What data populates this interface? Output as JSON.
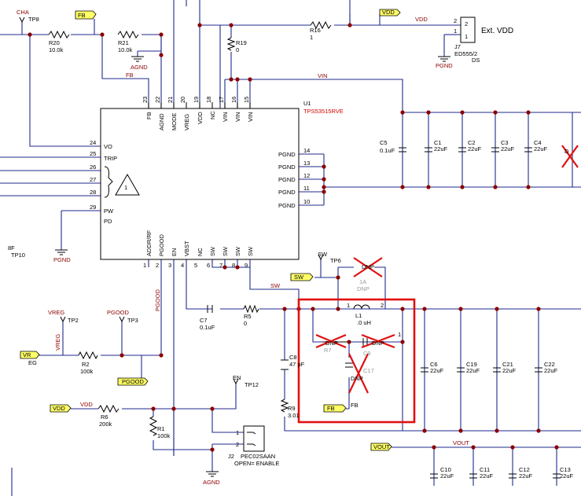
{
  "ic": {
    "ref": "U1",
    "part": "TPS53515RVE",
    "top_pins": [
      {
        "num": "23",
        "name": "FB"
      },
      {
        "num": "22",
        "name": "AGND"
      },
      {
        "num": "21",
        "name": "MODE"
      },
      {
        "num": "20",
        "name": "VREG"
      },
      {
        "num": "19",
        "name": "VDD"
      },
      {
        "num": "18",
        "name": "NC"
      },
      {
        "num": "17",
        "name": "VIN"
      },
      {
        "num": "16",
        "name": "VIN"
      },
      {
        "num": "15",
        "name": "VIN"
      }
    ],
    "left_pins": [
      {
        "num": "24",
        "name": "VO"
      },
      {
        "num": "25",
        "name": "TRIP"
      },
      {
        "num": "26",
        "name": ""
      },
      {
        "num": "27",
        "name": ""
      },
      {
        "num": "28",
        "name": ""
      },
      {
        "num": "29",
        "name": "PW"
      },
      {
        "num": "",
        "name": "PD"
      }
    ],
    "right_pins": [
      {
        "num": "14",
        "name": "PGND"
      },
      {
        "num": "13",
        "name": "PGND"
      },
      {
        "num": "12",
        "name": "PGND"
      },
      {
        "num": "11",
        "name": "PGND"
      },
      {
        "num": "10",
        "name": "PGND"
      }
    ],
    "bottom_pins": [
      {
        "num": "1",
        "name": "ADDR/RF"
      },
      {
        "num": "2",
        "name": "PGOOD"
      },
      {
        "num": "3",
        "name": "EN"
      },
      {
        "num": "4",
        "name": "VBST"
      },
      {
        "num": "5",
        "name": "NC"
      },
      {
        "num": "6",
        "name": "SW"
      },
      {
        "num": "7",
        "name": "SW"
      },
      {
        "num": "8",
        "name": "SW"
      },
      {
        "num": "9",
        "name": "SW"
      }
    ],
    "note_mark": "1"
  },
  "nets": {
    "cha": "CHA",
    "fb": "FB",
    "vdd": "VDD",
    "vin": "VIN",
    "sw": "SW",
    "pgood": "PGOOD",
    "vreg": "VREG",
    "en": "EN",
    "vout": "VOUT",
    "agnd": "AGND",
    "pgnd": "PGND"
  },
  "tp": {
    "tp8": "TP8",
    "tp10": "TP10",
    "tp6": "TP6",
    "tp2": "TP2",
    "tp3": "TP3",
    "tp12": "TP12",
    "tp10_prefix": "8F"
  },
  "flags": {
    "fb_top": "FB",
    "vdd_top": "VDD",
    "sw": "SW",
    "vreg": "VR",
    "vreg_tail": "EG",
    "pgood": "PGOOD",
    "vdd_left": "VDD",
    "fb_box": "FB",
    "vout": "VOUT"
  },
  "parts": {
    "r20": {
      "ref": "R20",
      "val": "10.0k"
    },
    "r21": {
      "ref": "R21",
      "val": "10.0k"
    },
    "r19": {
      "ref": "R19",
      "val": "0"
    },
    "r16": {
      "ref": "R16",
      "val": "1"
    },
    "r2": {
      "ref": "R2",
      "val": "100k"
    },
    "r6": {
      "ref": "R6",
      "val": "200k"
    },
    "r1": {
      "ref": "R1",
      "val": "100k"
    },
    "r5": {
      "ref": "R5",
      "val": "0"
    },
    "r9": {
      "ref": "R9",
      "val": "3.01"
    },
    "r7": {
      "ref": "R7"
    },
    "c7": {
      "ref": "C7",
      "val": "0.1uF"
    },
    "c8": {
      "ref": "C8",
      "val": "47 pF"
    },
    "c5": {
      "ref": "C5",
      "val": "0.1uF"
    },
    "c1": {
      "ref": "C1",
      "val": "22uF"
    },
    "c2": {
      "ref": "C2",
      "val": "22uF"
    },
    "c3": {
      "ref": "C3",
      "val": "22uF"
    },
    "c4": {
      "ref": "C4",
      "val": "22uF"
    },
    "c6": {
      "ref": "C6",
      "val": "22uF"
    },
    "c19": {
      "ref": "C19",
      "val": "22uF"
    },
    "c21": {
      "ref": "C21",
      "val": "22uF"
    },
    "c22": {
      "ref": "C22",
      "val": "22uF"
    },
    "c10": {
      "ref": "C10",
      "val": "22uF"
    },
    "c11": {
      "ref": "C11",
      "val": "22uF"
    },
    "c12": {
      "ref": "C12",
      "val": "22uF"
    },
    "c13": {
      "ref": "C13",
      "val": "22uF"
    },
    "c9": {
      "ref": "C9"
    },
    "c17": {
      "ref": "C17"
    },
    "l1": {
      "ref": "L1",
      "val": ".0 uH",
      "pin1": "1",
      "pin2": "2"
    },
    "j7": {
      "ref": "J7",
      "part": "ED555/2",
      "part2": "DS",
      "pin1": "1",
      "pin2": "2",
      "label": "Ext. VDD"
    },
    "j2": {
      "ref": "J2",
      "part": "PEC02SAAN",
      "note": "OPEN= ENABLE",
      "pin1": "1",
      "pin2": "2"
    },
    "dnp_top": {
      "label": "DNP",
      "rating": "1A",
      "dnp2": "DNP"
    },
    "dnp_r7": "DNP",
    "dnp_c9": "DNP",
    "dnp_c17": "DNP",
    "c9_pin": "1",
    "d_right": "D"
  }
}
